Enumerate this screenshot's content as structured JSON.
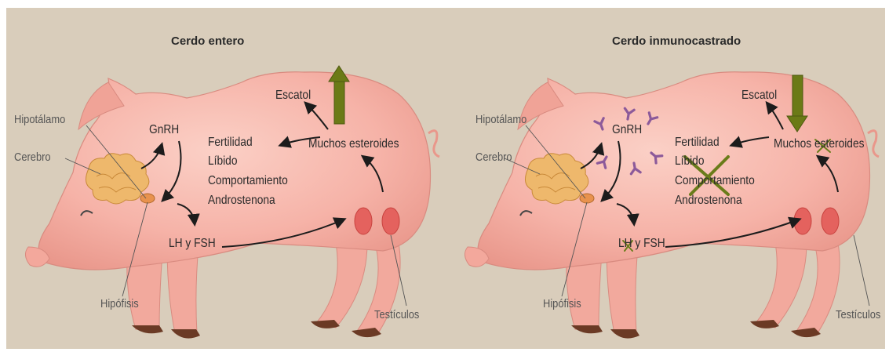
{
  "panels": [
    {
      "title": "Cerdo entero",
      "arrow_direction": "up",
      "labels": {
        "escatol": "Escatol",
        "hipotalamo": "Hipotálamo",
        "gnrh": "GnRH",
        "muchos_esteroides": "Muchos esteroides",
        "fertilidad": "Fertilidad",
        "libido": "Líbido",
        "comportamiento": "Comportamiento",
        "androstenona": "Androstenona",
        "cerebro": "Cerebro",
        "lh_fsh": "LH y FSH",
        "hipofisis": "Hipófisis",
        "testiculos": "Testículos"
      }
    },
    {
      "title": "Cerdo inmunocastrado",
      "arrow_direction": "down",
      "labels": {
        "escatol": "Escatol",
        "hipotalamo": "Hipotálamo",
        "gnrh": "GnRH",
        "muchos_esteroides": "Muchos esteroides",
        "fertilidad": "Fertilidad",
        "libido": "Líbido",
        "comportamiento": "Comportamiento",
        "androstenona": "Androstenona",
        "cerebro": "Cerebro",
        "lh_fsh": "LH y FSH",
        "hipofisis": "Hipófisis",
        "testiculos": "Testículos"
      }
    }
  ],
  "colors": {
    "background": "#d9cdbb",
    "pig_body": "#f6b3a8",
    "pig_outline": "#d98b80",
    "brain": "#e9b66a",
    "testicle": "#e45a57",
    "arrow_green": "#6b7a16",
    "antibody": "#8c5a9a",
    "cross": "#6a7c1a"
  }
}
